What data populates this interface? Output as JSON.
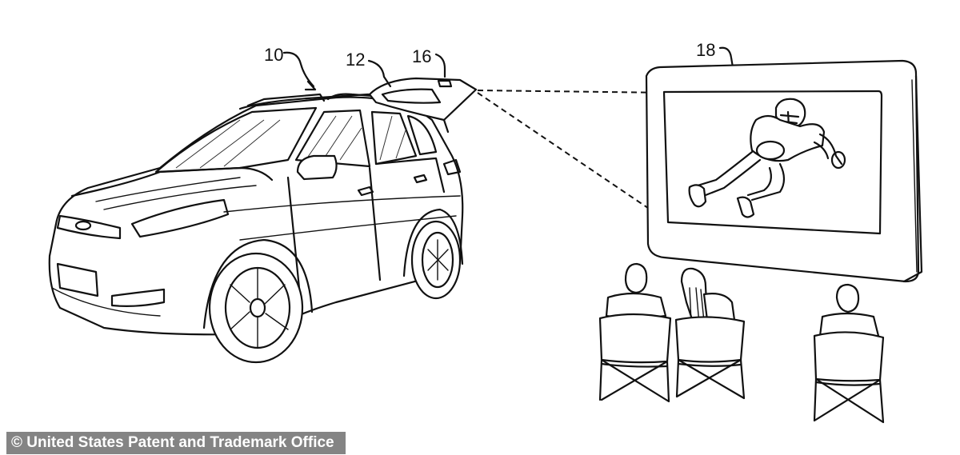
{
  "labels": {
    "vehicle": "10",
    "liftgate": "12",
    "projector": "16",
    "screen": "18"
  },
  "credit": "© United States Patent and Trademark Office"
}
